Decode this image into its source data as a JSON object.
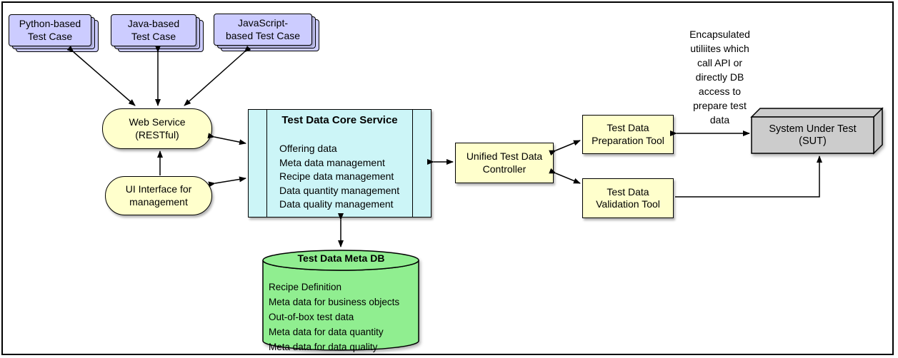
{
  "colors": {
    "test_case_fill": "#CCCCFF",
    "service_fill": "#FFFFCC",
    "core_fill": "#CCF5F7",
    "db_fill": "#90EE90",
    "sut_fill": "#CCCCCC",
    "line": "#000000",
    "background": "#FFFFFF"
  },
  "test_cases": [
    {
      "label": "Python-based\nTest Case"
    },
    {
      "label": "Java-based\nTest Case"
    },
    {
      "label": "JavaScript-\nbased Test Case"
    }
  ],
  "web_service": {
    "label": "Web Service\n(RESTful)"
  },
  "ui_interface": {
    "label": "UI Interface for\nmanagement"
  },
  "core_service": {
    "title": "Test Data Core Service",
    "items": [
      "Offering data",
      "Meta data management",
      "Recipe data management",
      "Data quantity management",
      "Data quality management"
    ]
  },
  "controller": {
    "label": "Unified Test Data\nController"
  },
  "preparation_tool": {
    "label": "Test Data\nPreparation Tool"
  },
  "validation_tool": {
    "label": "Test Data\nValidation Tool"
  },
  "sut": {
    "label": "System Under Test\n(SUT)"
  },
  "meta_db": {
    "title": "Test Data Meta DB",
    "items": [
      "Recipe Definition",
      "Meta data for business objects",
      "Out-of-box test data",
      "Meta data for data quantity",
      "Meta data for data quality"
    ]
  },
  "annotation": {
    "lines": [
      "Encapsulated",
      "utiliites which",
      "call API or",
      "directly DB",
      "access to",
      "prepare test",
      "data"
    ]
  }
}
